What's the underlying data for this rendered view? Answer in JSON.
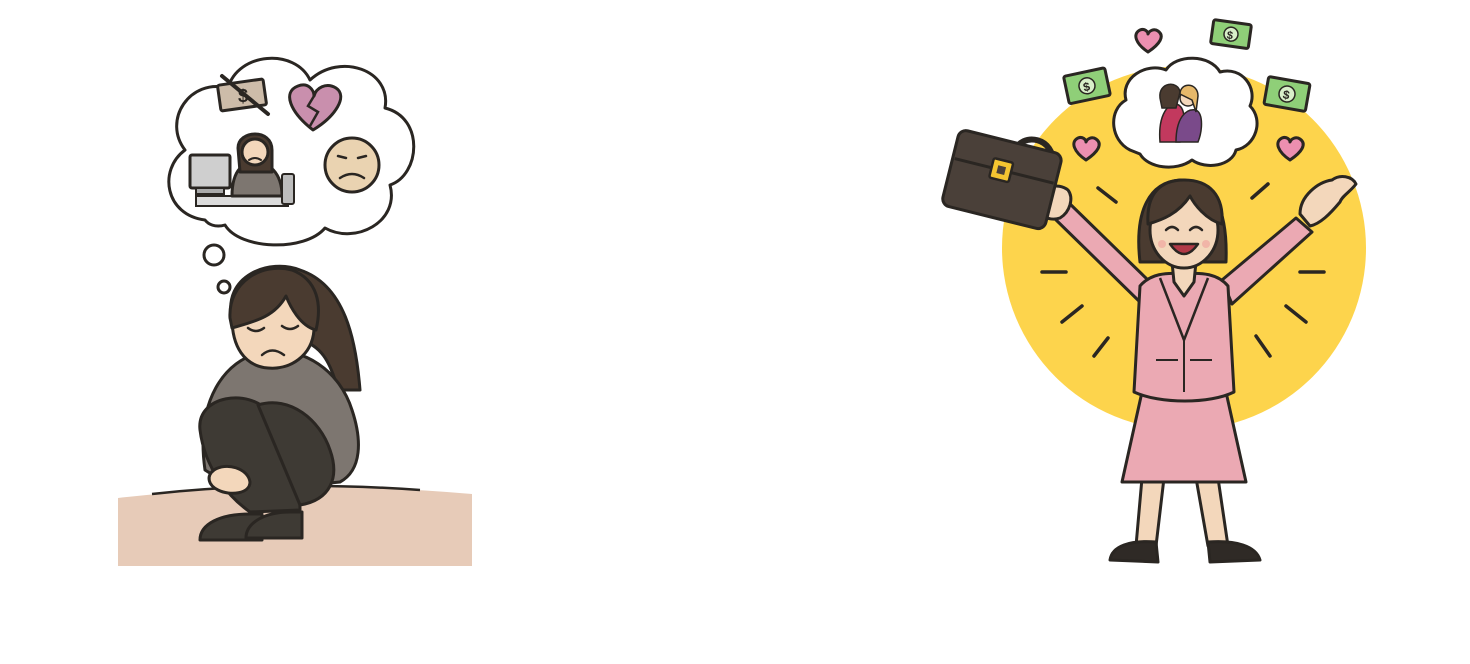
{
  "scene": {
    "left_panel": {
      "figure": "sad-woman-sitting-hugging-knees",
      "thought_bubble_items": [
        "no-money-icon",
        "broken-heart-icon",
        "sad-person-at-computer",
        "sad-face-icon"
      ]
    },
    "right_panel": {
      "figure": "happy-businesswoman-arms-raised",
      "thought_bubble_items": [
        "couple-hugging"
      ],
      "floating_items": [
        "dollar-bill-icon",
        "heart-icon"
      ]
    },
    "colors": {
      "background": "#ffffff",
      "floor": "#e7cbb8",
      "sad_sweater": "#7d7670",
      "sad_legs": "#3e3a34",
      "hair": "#4a3b30",
      "skin": "#f3d7bb",
      "sun": "#fdd44c",
      "suit": "#eba9b3",
      "briefcase": "#4a4039",
      "heart": "#ec8fb0",
      "money": "#8fcf78"
    }
  }
}
